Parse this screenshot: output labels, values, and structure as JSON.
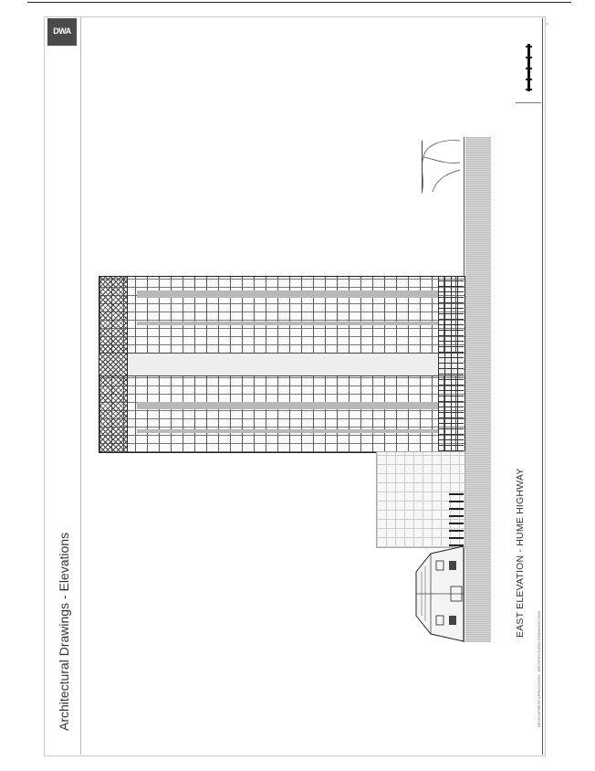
{
  "header": {
    "title": "Architectural Drawings - Elevations",
    "logo_text": "DWA"
  },
  "drawing": {
    "caption": "EAST ELEVATION - HUME HIGHWAY"
  },
  "footer": {
    "note": "DEVELOPMENT APPLICATION - ARCHITECTURAL DRAWINGS 2020"
  },
  "colors": {
    "logo_bg": "#4a4a4a",
    "line": "#222222",
    "ground_hatch": "#bdbdbd"
  }
}
